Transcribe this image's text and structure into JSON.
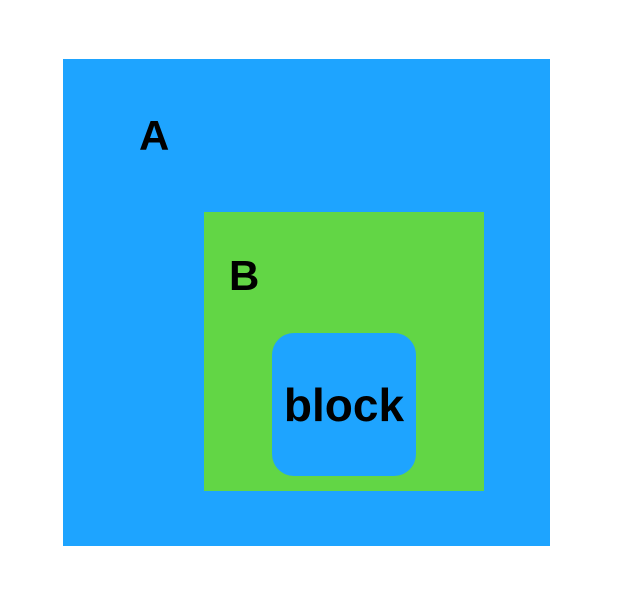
{
  "diagram": {
    "outer": {
      "label": "A",
      "color": "#1EA4FF"
    },
    "inner": {
      "label": "B",
      "color": "#62D645"
    },
    "block": {
      "label": "block",
      "color": "#1EA4FF"
    }
  }
}
